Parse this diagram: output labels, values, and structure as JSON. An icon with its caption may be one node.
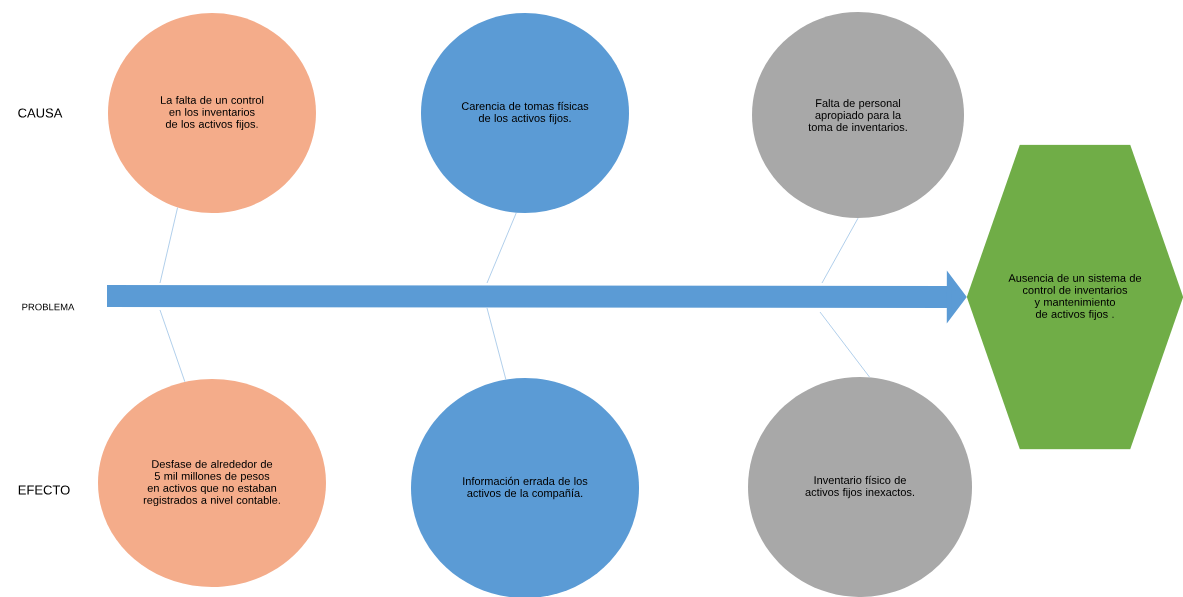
{
  "diagram": {
    "nodes": [
      {
        "text": [
          "La falta de un control en los inventarios de los activos fijos."
        ]
      },
      {
        "text": [
          "Carencia de tomas físicas de los activos fijos."
        ]
      },
      {
        "text": [
          "Falta de personal apropiado para la toma de inventarios."
        ]
      },
      {
        "text": [
          "Desfase de alrededor de 5 mil millones de pesos en activos que no estaban registrados a nivel contable."
        ]
      },
      {
        "text": [
          "Información errada de los activos de la compañía."
        ]
      },
      {
        "text": [
          "Inventario físico de activos fijos inexactos."
        ]
      },
      {
        "text": [
          "Ausencia de un sistema de control de inventarios y mantenimiento de activos fijos ."
        ]
      }
    ],
    "edges": [
      {
        "from": null,
        "to": 6,
        "arrow": "to",
        "style": "thick",
        "color": "#5b9bd5"
      },
      {
        "from": 0,
        "to": null,
        "arrow": "none"
      },
      {
        "from": 1,
        "to": null,
        "arrow": "none"
      },
      {
        "from": 2,
        "to": null,
        "arrow": "none"
      },
      {
        "from": 3,
        "to": null,
        "arrow": "none"
      },
      {
        "from": 4,
        "to": null,
        "arrow": "none"
      },
      {
        "from": 5,
        "to": null,
        "arrow": "none"
      }
    ],
    "labels": [
      "CAUSA",
      "PROBLEMA",
      "EFECTO"
    ]
  }
}
